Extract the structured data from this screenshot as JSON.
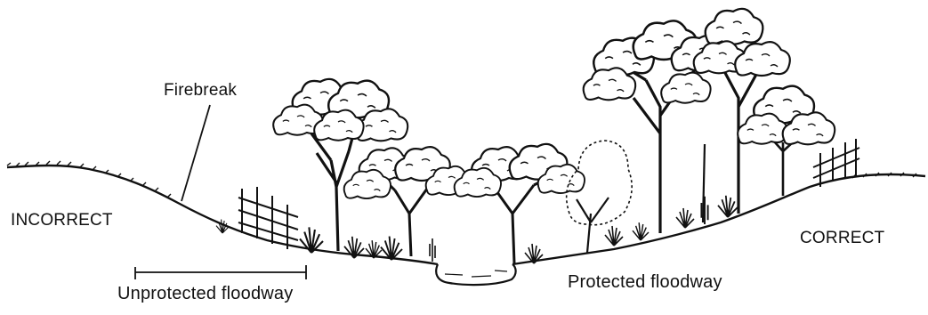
{
  "labels": {
    "firebreak": "Firebreak",
    "incorrect": "INCORRECT",
    "correct": "CORRECT",
    "unprotected_floodway": "Unprotected floodway",
    "protected_floodway": "Protected floodway"
  },
  "colors": {
    "ink": "#111111",
    "background": "#ffffff"
  }
}
